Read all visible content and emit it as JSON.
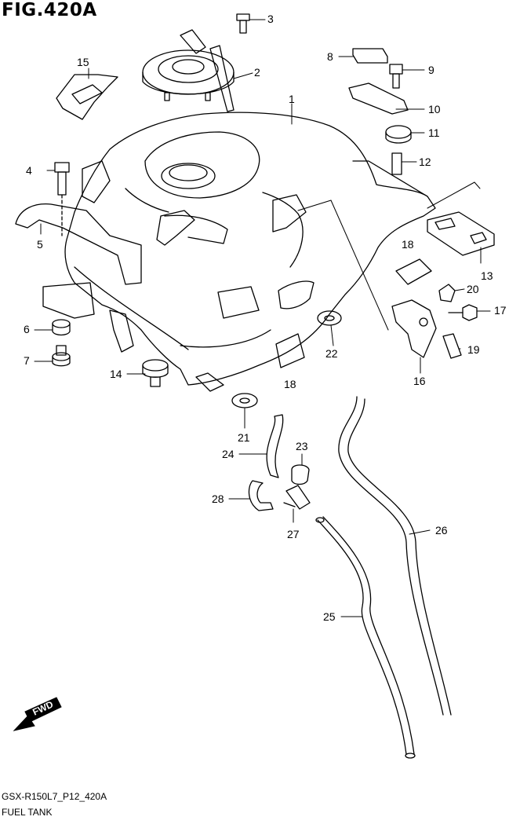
{
  "figure": {
    "title": "FIG.420A",
    "code": "GSX-R150L7_P12_420A",
    "caption": "FUEL TANK",
    "fwd_label": "FWD"
  },
  "callouts": {
    "c1": "1",
    "c2": "2",
    "c3": "3",
    "c4": "4",
    "c5": "5",
    "c6": "6",
    "c7": "7",
    "c8": "8",
    "c9": "9",
    "c10": "10",
    "c11": "11",
    "c12": "12",
    "c13": "13",
    "c14": "14",
    "c15": "15",
    "c16": "16",
    "c17": "17",
    "c18a": "18",
    "c18b": "18",
    "c19": "19",
    "c20": "20",
    "c21": "21",
    "c22": "22",
    "c23": "23",
    "c24": "24",
    "c25": "25",
    "c26": "26",
    "c27": "27",
    "c28": "28"
  }
}
